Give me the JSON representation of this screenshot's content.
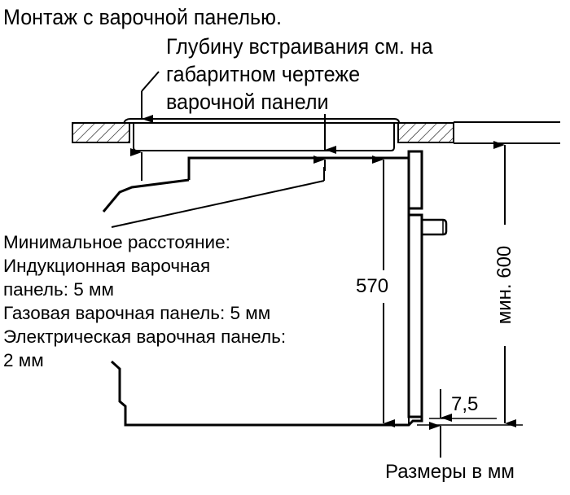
{
  "title": "Монтаж с варочной панелью.",
  "depth_note": {
    "lines": [
      "Глубину встраивания см. на",
      "габаритном чертеже",
      "варочной панели"
    ]
  },
  "min_distance": {
    "lines": [
      "Минимальное расстояние:",
      "Индукционная варочная",
      "панель: 5 мм",
      "Газовая варочная панель: 5 мм",
      "Электрическая варочная панель:",
      "2 мм"
    ]
  },
  "dimensions": {
    "oven_height": "570",
    "niche_height": "мин. 600",
    "bottom_gap": "7,5"
  },
  "units_note": "Размеры в мм"
}
